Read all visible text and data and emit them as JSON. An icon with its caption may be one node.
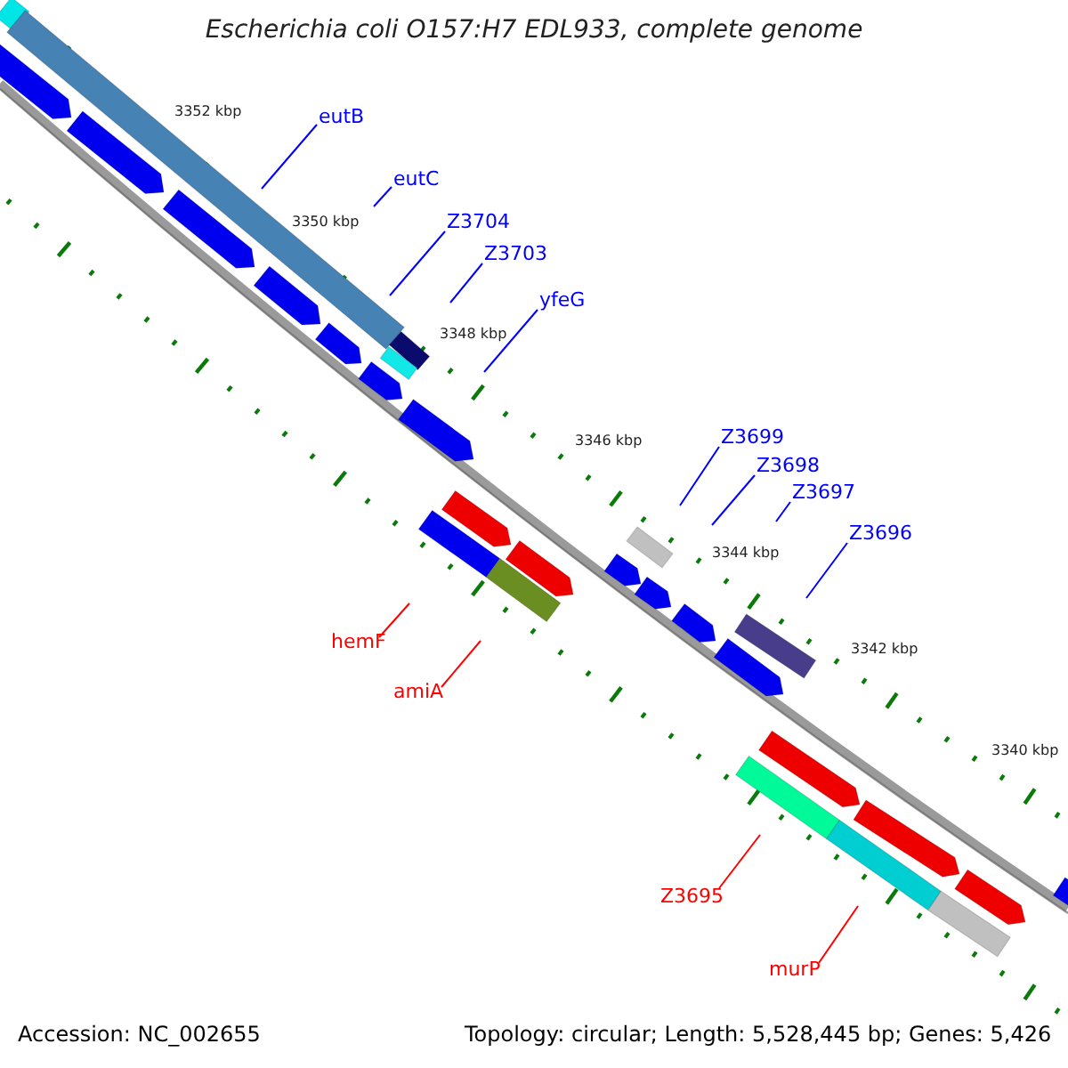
{
  "diagram": {
    "title": "Escherichia coli O157:H7 EDL933, complete genome",
    "nodes": [
      {
        "text": [
          "eutB"
        ]
      },
      {
        "text": [
          "eutC"
        ]
      },
      {
        "text": [
          "Z3704"
        ]
      },
      {
        "text": [
          "Z3703"
        ]
      },
      {
        "text": [
          "yfeG"
        ]
      },
      {
        "text": [
          "Z3699"
        ]
      },
      {
        "text": [
          "Z3698"
        ]
      },
      {
        "text": [
          "Z3697"
        ]
      },
      {
        "text": [
          "Z3696"
        ]
      },
      {
        "text": [
          "hemF"
        ]
      },
      {
        "text": [
          "amiA"
        ]
      },
      {
        "text": [
          "Z3695"
        ]
      },
      {
        "text": [
          "murP"
        ]
      }
    ],
    "edges": [
      {
        "from": 0,
        "to": null,
        "arrow": "none"
      },
      {
        "from": 1,
        "to": null,
        "arrow": "none"
      },
      {
        "from": 2,
        "to": null,
        "arrow": "none"
      },
      {
        "from": 3,
        "to": null,
        "arrow": "none"
      },
      {
        "from": 4,
        "to": null,
        "arrow": "none"
      },
      {
        "from": 5,
        "to": null,
        "arrow": "none"
      },
      {
        "from": 6,
        "to": null,
        "arrow": "none"
      },
      {
        "from": 7,
        "to": null,
        "arrow": "none"
      },
      {
        "from": 8,
        "to": null,
        "arrow": "none"
      },
      {
        "from": 9,
        "to": null,
        "arrow": "none",
        "color": "#ff0000"
      },
      {
        "from": 10,
        "to": null,
        "arrow": "none",
        "color": "#ff0000"
      },
      {
        "from": 11,
        "to": null,
        "arrow": "none",
        "color": "#ff0000"
      },
      {
        "from": 12,
        "to": null,
        "arrow": "none",
        "color": "#ff0000"
      }
    ],
    "labels": [
      "3352 kbp",
      "3350 kbp",
      "3348 kbp",
      "3346 kbp",
      "3344 kbp",
      "3342 kbp",
      "3340 kbp",
      "Accession: NC_002655",
      "Topology: circular; Length: 5,528,445 bp; Genes: 5,426"
    ]
  }
}
